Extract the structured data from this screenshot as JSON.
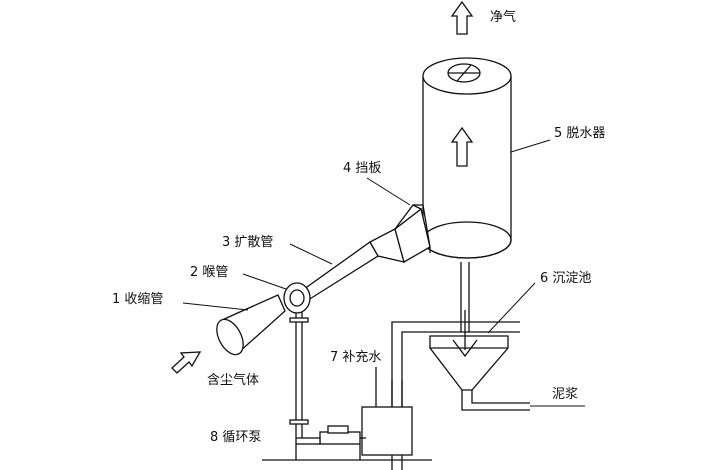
{
  "labels": {
    "clean_gas": "净气",
    "dewaterer": "5 脱水器",
    "baffle": "4 挡板",
    "diffuser": "3 扩散管",
    "throat": "2 喉管",
    "convergent": "1 收缩管",
    "settling_tank": "6 沉淀池",
    "makeup_water": "7 补充水",
    "dusty_gas": "含尘气体",
    "sludge": "泥浆",
    "pump": "8 循环泵"
  }
}
